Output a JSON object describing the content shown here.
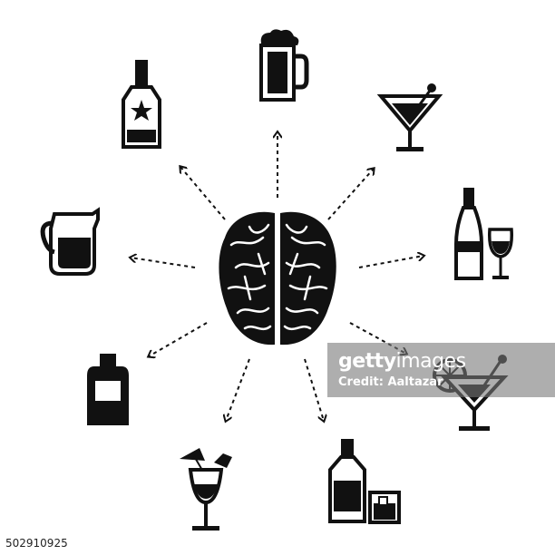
{
  "illustration": {
    "center": "brain",
    "icons": [
      "whiskey-bottle-star",
      "beer-mug",
      "martini-glass",
      "champagne-bottle-and-glass",
      "cocktail-with-lemon",
      "whiskey-bottle-with-ice-glass",
      "tropical-cocktail",
      "liquor-flask",
      "pitcher"
    ],
    "ink_color": "#111111",
    "background": "#ffffff"
  },
  "watermark": {
    "brand_bold": "getty",
    "brand_light": "images",
    "credit": "Credit: Aaltazar",
    "image_number": "502910925"
  }
}
